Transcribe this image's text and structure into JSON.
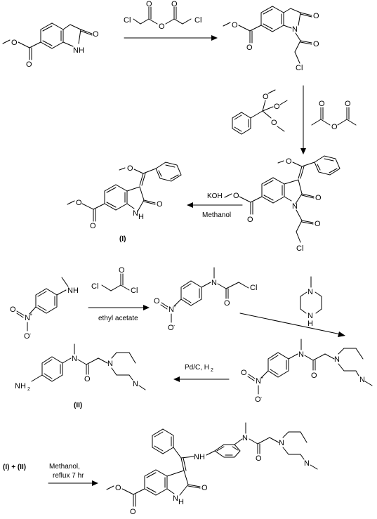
{
  "atoms": {
    "O": "O",
    "N": "N",
    "H": "H",
    "NH": "NH",
    "Cl": "Cl",
    "plus": "+",
    "minus": "-",
    "two": "2"
  },
  "reagents": {
    "r1_methanol": "Methanol",
    "r1_koh": "KOH",
    "r2_solvent": "ethyl acetate",
    "r3_catalyst": "Pd/C, H",
    "r4_line1": "Methanol,",
    "r4_line2": "reflux 7 hr"
  },
  "compounds": {
    "I": "(I)",
    "II": "(II)",
    "I_plus_II": "(I) + (II)"
  }
}
